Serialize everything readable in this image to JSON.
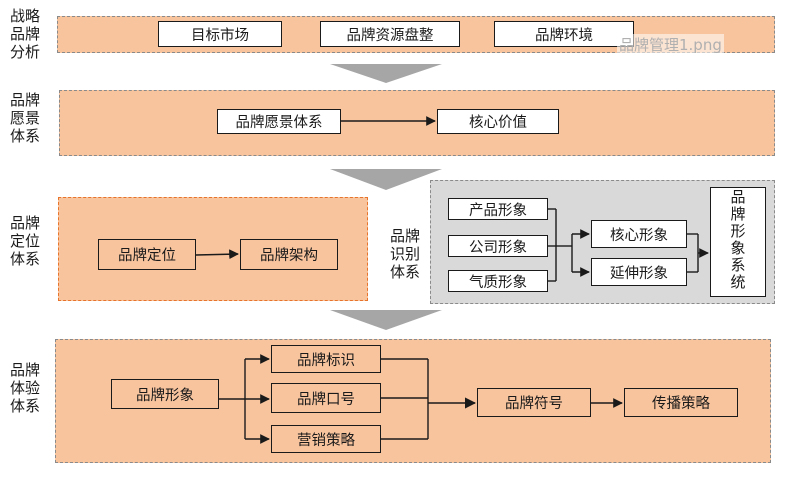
{
  "sections": {
    "strategy": {
      "label": "战略\n品牌\n分析",
      "items": [
        "目标市场",
        "品牌资源盘整",
        "品牌环境"
      ]
    },
    "vision": {
      "label": "品牌\n愿景\n体系",
      "items": [
        "品牌愿景体系",
        "核心价值"
      ]
    },
    "positioning": {
      "label": "品牌\n定位\n体系",
      "items": [
        "品牌定位",
        "品牌架构"
      ]
    },
    "identity": {
      "label": "品牌\n识别\n体系",
      "inputs": [
        "产品形象",
        "公司形象",
        "气质形象"
      ],
      "middle": [
        "核心形象",
        "延伸形象"
      ],
      "result": [
        "品",
        "牌",
        "形",
        "象",
        "系",
        "统"
      ]
    },
    "experience": {
      "label": "品牌\n体验\n体系",
      "source": "品牌形象",
      "branches": [
        "品牌标识",
        "品牌口号",
        "营销策略"
      ],
      "symbol": "品牌符号",
      "strategy": "传播策略"
    }
  },
  "watermark": "品牌管理1.png",
  "colors": {
    "band": "#f8c49e",
    "grey_panel": "#d9d9d9",
    "down_arrow": "#a6a6a6",
    "red_border": "#e8742c"
  }
}
